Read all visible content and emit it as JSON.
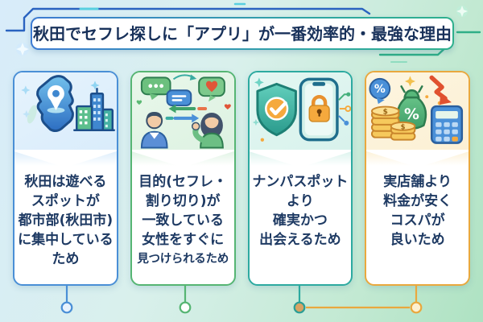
{
  "title": {
    "text": "秋田でセフレ探しに「アプリ」が一番効率的・最強な理由"
  },
  "cards": [
    {
      "name": "reason-location",
      "icon": "akita-map-city-icon",
      "accent": "#4a8fd6",
      "tint": "#dcedfb",
      "lines": [
        "秋田は遊べる",
        "スポットが",
        "都市部(秋田市)",
        "に集中している",
        "ため"
      ]
    },
    {
      "name": "reason-matching",
      "icon": "matching-chat-people-icon",
      "accent": "#56b573",
      "tint": "#e0f4e4",
      "lines": [
        "目的(セフレ・",
        "割り切り)が",
        "一致している",
        "女性をすぐに",
        "見つけられるため"
      ]
    },
    {
      "name": "reason-certainty",
      "icon": "shield-phone-security-icon",
      "accent": "#2daaa0",
      "tint": "#dcf3ee",
      "lines": [
        "ナンパスポット",
        "より",
        "確実かつ",
        "出会えるため"
      ]
    },
    {
      "name": "reason-cost",
      "icon": "money-cost-down-icon",
      "accent": "#e9a83e",
      "tint": "#fcf1d8",
      "lines": [
        "実店舗より",
        "料金が安く",
        "コスパが",
        "良いため"
      ]
    }
  ],
  "colors": {
    "background_start": "#d8ecfa",
    "background_end": "#aee2c2",
    "title_text": "#18315a",
    "title_border_start": "#3d7bd2",
    "title_border_end": "#2fb08d",
    "card_text": "#1e3a63",
    "connector_blue": "#4a8fd6",
    "connector_green": "#56b573",
    "connector_teal": "#2daaa0",
    "connector_orange": "#e9a83e"
  }
}
